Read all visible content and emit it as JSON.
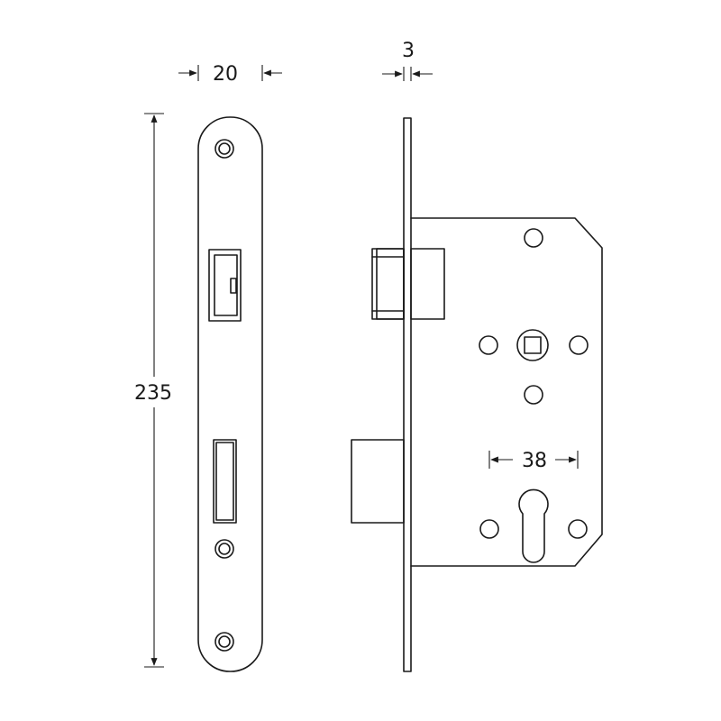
{
  "dimensions": {
    "faceplate_width": "20",
    "faceplate_thickness": "3",
    "faceplate_height": "235",
    "backset_distance": "38"
  },
  "colors": {
    "line": "#1a1a1a",
    "background": "#ffffff"
  }
}
